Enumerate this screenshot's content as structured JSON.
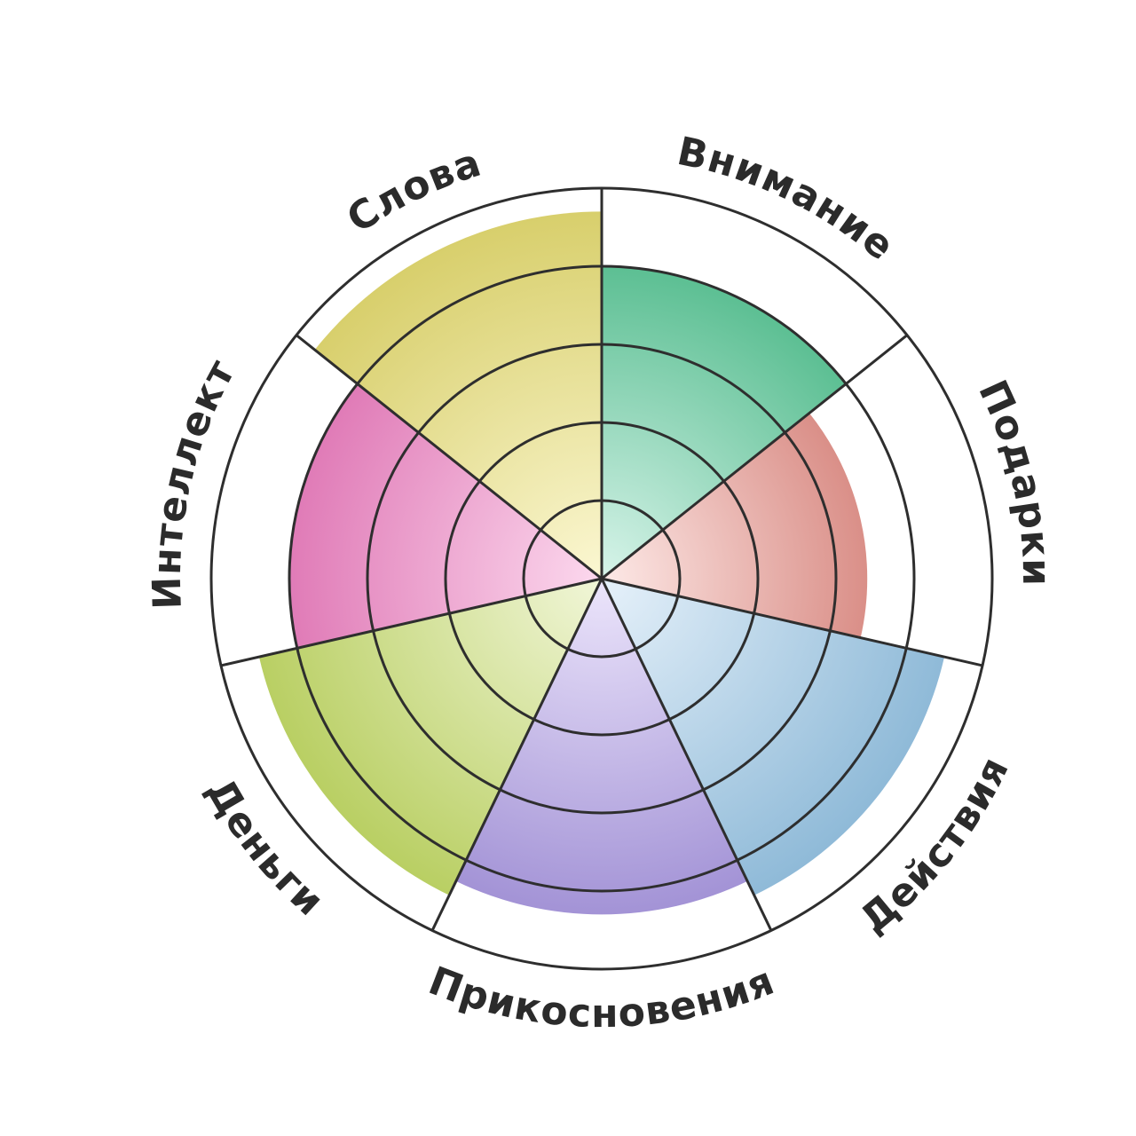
{
  "chart_data": {
    "type": "radial-sector",
    "max_level": 5,
    "segments": [
      {
        "label": "Внимание",
        "value": 4.0,
        "color_outer": "#5cbf93",
        "color_inner": "#d8f4ea"
      },
      {
        "label": "Подарки",
        "value": 3.4,
        "color_outer": "#da8f88",
        "color_inner": "#fde9e7"
      },
      {
        "label": "Действия",
        "value": 4.5,
        "color_outer": "#8fbad8",
        "color_inner": "#e6f1fa"
      },
      {
        "label": "Прикосновения",
        "value": 4.3,
        "color_outer": "#a393d6",
        "color_inner": "#ece5fb"
      },
      {
        "label": "Деньги",
        "value": 4.5,
        "color_outer": "#b9cf63",
        "color_inner": "#f1f6d8"
      },
      {
        "label": "Интеллект",
        "value": 4.0,
        "color_outer": "#e07bb7",
        "color_inner": "#fcd9ee"
      },
      {
        "label": "Слова",
        "value": 4.7,
        "color_outer": "#d8cf6c",
        "color_inner": "#fbf7d2"
      }
    ]
  }
}
